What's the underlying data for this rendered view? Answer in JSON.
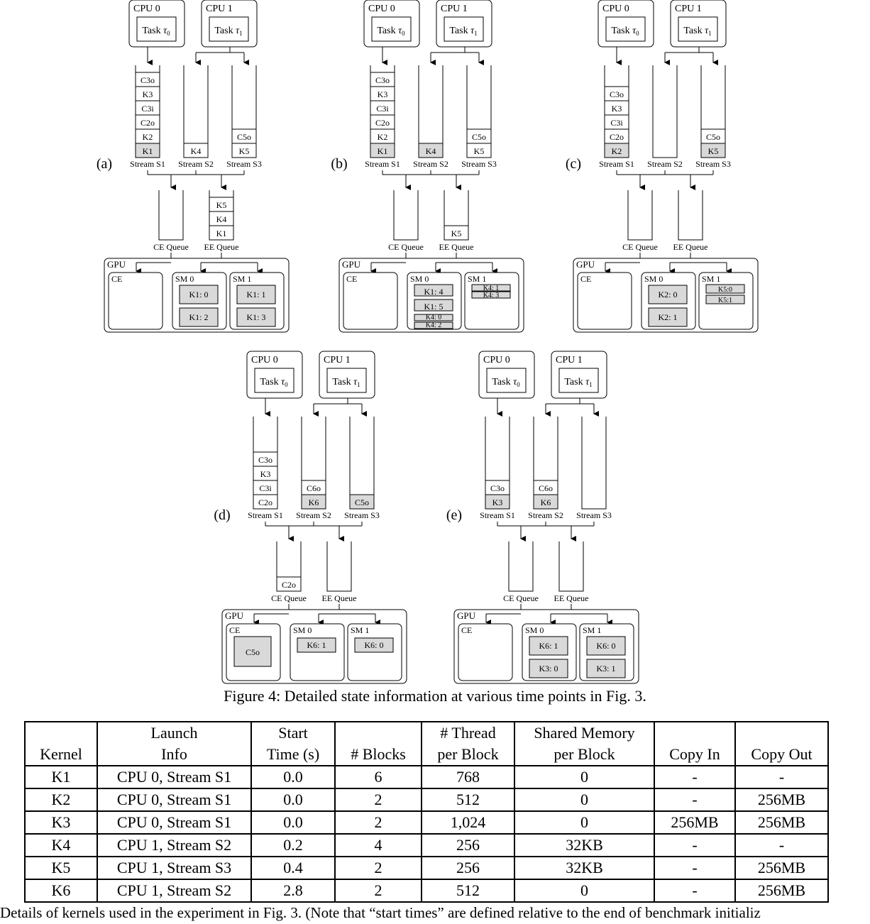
{
  "figure": {
    "caption": "Figure 4: Detailed state information at various time points in Fig. 3.",
    "labels": {
      "cpu0": "CPU 0",
      "cpu1": "CPU 1",
      "task0_text": "Task ",
      "task0_sym": "τ",
      "task0_sub": "0",
      "task1_sym": "τ",
      "task1_sub": "1",
      "gpu": "GPU",
      "ce": "CE",
      "sm0": "SM 0",
      "sm1": "SM 1",
      "ce_queue": "CE Queue",
      "ee_queue": "EE Queue",
      "streams": [
        "Stream S1",
        "Stream S2",
        "Stream S3"
      ]
    },
    "panels": [
      {
        "id": "a",
        "label": "(a)",
        "streams": [
          [
            "C3o",
            "K3",
            "C3i",
            "C2o",
            "K2",
            "K1*"
          ],
          [
            "K4"
          ],
          [
            "C5o",
            "K5"
          ]
        ],
        "ce_queue": [],
        "ee_queue": [
          "K5",
          "K4",
          "K1"
        ],
        "ce_blocks": [],
        "sm0": [
          "K1: 0",
          "K1: 2"
        ],
        "sm1": [
          "K1: 1",
          "K1: 3"
        ]
      },
      {
        "id": "b",
        "label": "(b)",
        "streams": [
          [
            "C3o",
            "K3",
            "C3i",
            "C2o",
            "K2",
            "K1*"
          ],
          [
            "K4*"
          ],
          [
            "C5o",
            "K5"
          ]
        ],
        "ce_queue": [],
        "ee_queue": [
          "K5"
        ],
        "ce_blocks": [],
        "sm0": [
          "K1: 4",
          "K1: 5",
          "K4: 0",
          "K4: 2"
        ],
        "sm1": [
          "K4: 1",
          "K4: 3"
        ]
      },
      {
        "id": "c",
        "label": "(c)",
        "streams": [
          [
            "C3o",
            "K3",
            "C3i",
            "C2o",
            "K2*"
          ],
          [],
          [
            "C5o",
            "K5*"
          ]
        ],
        "ce_queue": [],
        "ee_queue": [],
        "ce_blocks": [],
        "sm0": [
          "K2: 0",
          "K2: 1"
        ],
        "sm1": [
          "K5:0",
          "K5:1"
        ]
      },
      {
        "id": "d",
        "label": "(d)",
        "streams": [
          [
            "C3o",
            "K3",
            "C3i",
            "C2o"
          ],
          [
            "C6o",
            "K6*"
          ],
          [
            "C5o*"
          ]
        ],
        "ce_queue": [
          "C2o"
        ],
        "ee_queue": [],
        "ce_blocks": [
          "C5o"
        ],
        "sm0": [
          "K6: 1"
        ],
        "sm1": [
          "K6: 0"
        ]
      },
      {
        "id": "e",
        "label": "(e)",
        "streams": [
          [
            "C3o",
            "K3*"
          ],
          [
            "C6o",
            "K6*"
          ],
          []
        ],
        "ce_queue": [],
        "ee_queue": [],
        "ce_blocks": [],
        "sm0": [
          "K6: 1",
          "K3: 0"
        ],
        "sm1": [
          "K6: 0",
          "K3: 1"
        ]
      }
    ]
  },
  "table": {
    "headers": [
      [
        "",
        "Kernel"
      ],
      [
        "Launch",
        "Info"
      ],
      [
        "Start",
        "Time (s)"
      ],
      [
        "",
        "# Blocks"
      ],
      [
        "# Thread",
        "per Block"
      ],
      [
        "Shared Memory",
        "per Block"
      ],
      [
        "",
        "Copy In"
      ],
      [
        "",
        "Copy Out"
      ]
    ],
    "rows": [
      [
        "K1",
        "CPU 0, Stream S1",
        "0.0",
        "6",
        "768",
        "0",
        "-",
        "-"
      ],
      [
        "K2",
        "CPU 0, Stream S1",
        "0.0",
        "2",
        "512",
        "0",
        "-",
        "256MB"
      ],
      [
        "K3",
        "CPU 0, Stream S1",
        "0.0",
        "2",
        "1,024",
        "0",
        "256MB",
        "256MB"
      ],
      [
        "K4",
        "CPU 1, Stream S2",
        "0.2",
        "4",
        "256",
        "32KB",
        "-",
        "-"
      ],
      [
        "K5",
        "CPU 1, Stream S3",
        "0.4",
        "2",
        "256",
        "32KB",
        "-",
        "256MB"
      ],
      [
        "K6",
        "CPU 1, Stream S2",
        "2.8",
        "2",
        "512",
        "0",
        "-",
        "256MB"
      ]
    ],
    "caption": "Details of kernels used in the experiment in Fig. 3. (Note that “start times” are defined relative to the end of benchmark initializ"
  }
}
